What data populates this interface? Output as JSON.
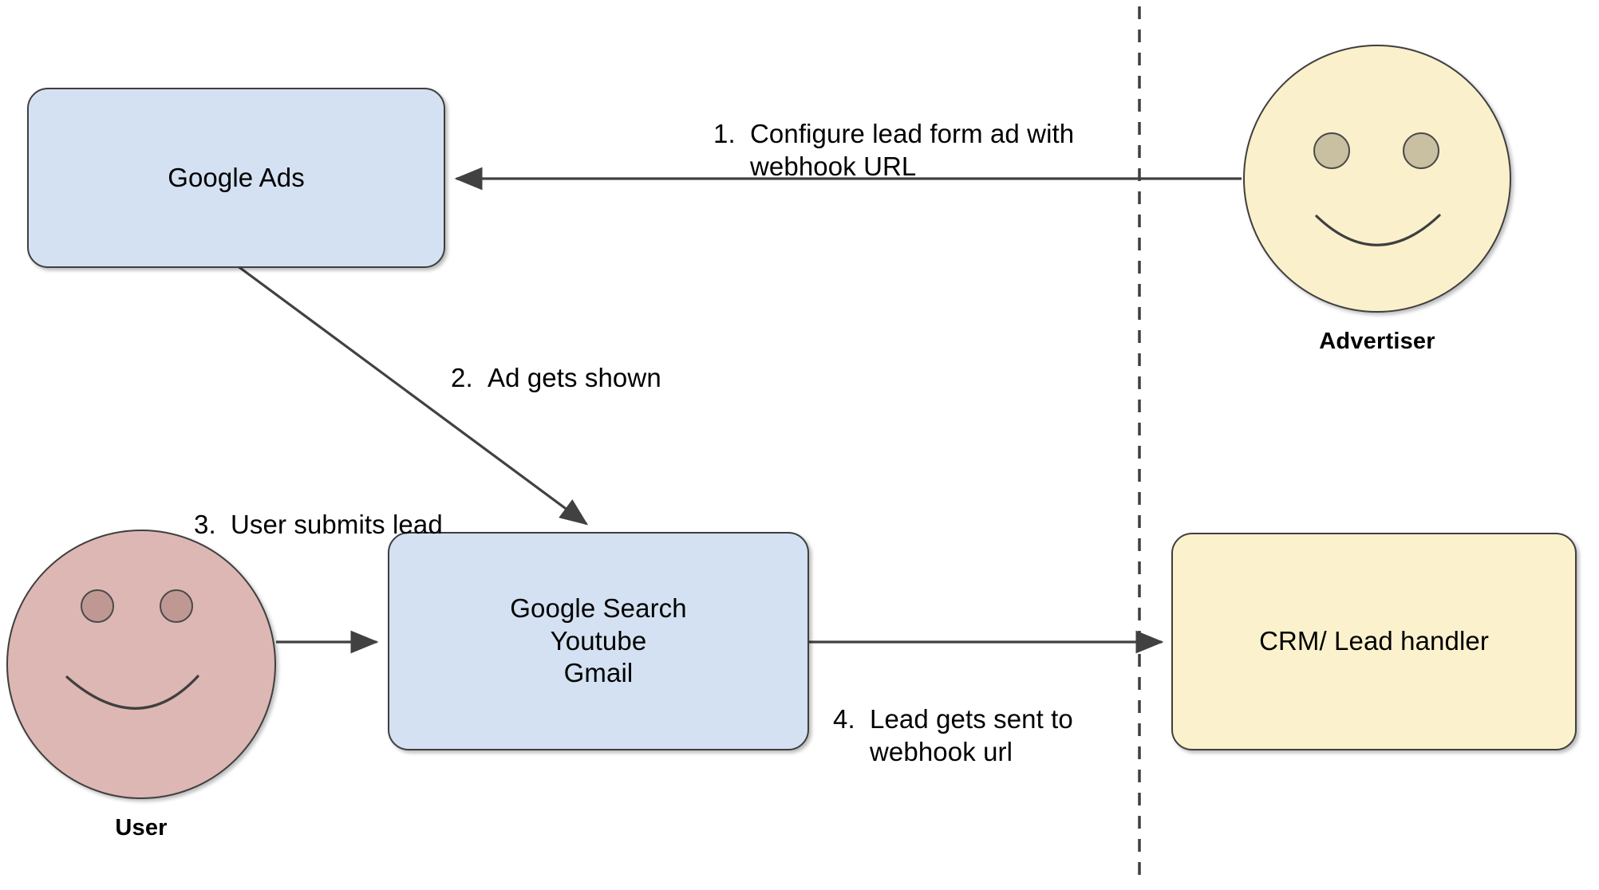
{
  "diagram": {
    "title": "Google Ads lead form webhook flow",
    "background_color": "#ffffff",
    "divider": {
      "name": "vertical-dashed-divider",
      "style": "dashed",
      "color": "#3f3f3f"
    },
    "nodes": [
      {
        "id": "google-ads",
        "label": "Google Ads",
        "shape": "rounded-rectangle",
        "fill": "#d4e1f2",
        "stroke": "#3f3f3f"
      },
      {
        "id": "google-properties",
        "label": "Google Search\nYoutube\nGmail",
        "lines": [
          "Google Search",
          "Youtube",
          "Gmail"
        ],
        "shape": "rounded-rectangle",
        "fill": "#d4e1f2",
        "stroke": "#3f3f3f"
      },
      {
        "id": "crm",
        "label": "CRM/ Lead handler",
        "shape": "rounded-rectangle",
        "fill": "#fbf2cd",
        "stroke": "#3f3f3f"
      },
      {
        "id": "advertiser",
        "label": "Advertiser",
        "shape": "smiley-circle",
        "fill": "#faf0cb",
        "eye_fill": "#c8c0a0",
        "stroke": "#3f3f3f"
      },
      {
        "id": "user",
        "label": "User",
        "shape": "smiley-circle",
        "fill": "#ddb7b3",
        "eye_fill": "#bf9894",
        "stroke": "#3f3f3f"
      }
    ],
    "edges": [
      {
        "id": "step-1",
        "number": "1.",
        "text": "Configure lead form ad with\nwebhook URL",
        "from": "advertiser",
        "to": "google-ads",
        "arrow": "left"
      },
      {
        "id": "step-2",
        "number": "2.",
        "text": "Ad gets shown",
        "from": "google-ads",
        "to": "google-properties",
        "arrow": "diagonal-down-right"
      },
      {
        "id": "step-3",
        "number": "3.",
        "text": "User submits lead",
        "from": "user",
        "to": "google-properties",
        "arrow": "right"
      },
      {
        "id": "step-4",
        "number": "4.",
        "text": "Lead gets sent to\nwebhook url",
        "from": "google-properties",
        "to": "crm",
        "arrow": "right"
      }
    ]
  }
}
